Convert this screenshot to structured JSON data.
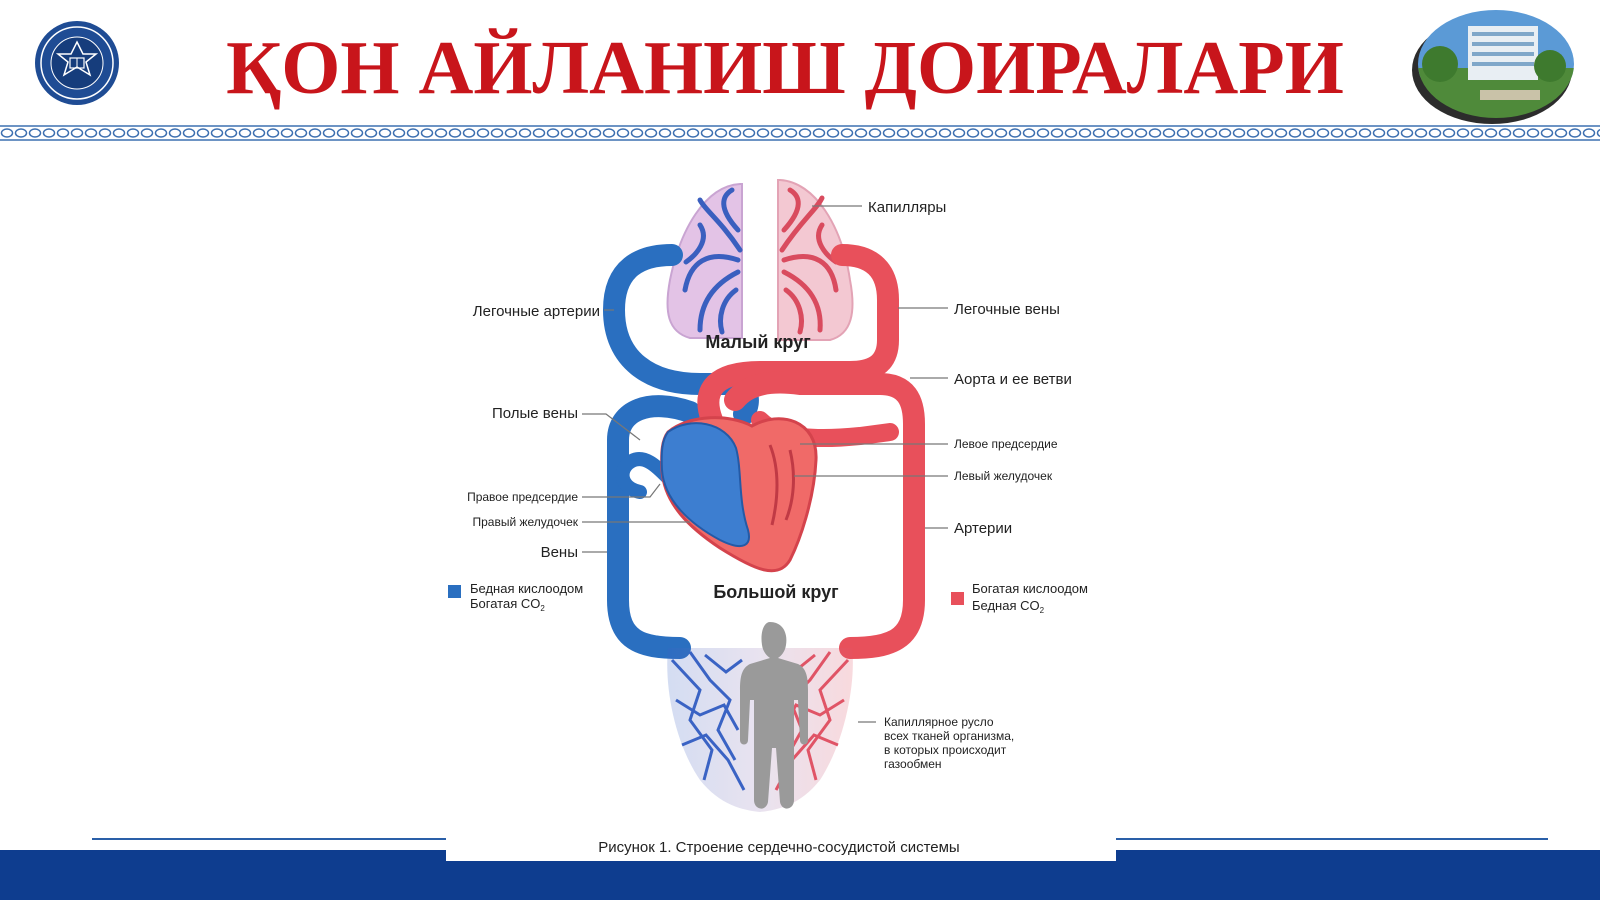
{
  "slide": {
    "title": "ҚОН АЙЛАНИШ ДОИРАЛАРИ"
  },
  "diagram": {
    "lung_capillaries": "Капилляры",
    "pulmonary_arteries": "Легочные артерии",
    "pulmonary_veins": "Легочные вены",
    "small_circle": "Малый круг",
    "aorta": "Аорта и ее ветви",
    "vena_cava": "Полые вены",
    "left_atrium": "Левое предсердие",
    "left_ventricle": "Левый желудочек",
    "right_atrium": "Правое предсердие",
    "right_ventricle": "Правый желудочек",
    "arteries": "Артерии",
    "veins": "Вены",
    "big_circle": "Большой круг",
    "legend_blue_line1": "Бедная кислоодом",
    "legend_blue_line2": "Богатая CO",
    "legend_red_line1": "Богатая кислоодом",
    "legend_red_line2": "Бедная CO",
    "co2_subscript": "2",
    "tissue_capillaries_1": "Капиллярное русло",
    "tissue_capillaries_2": "всех тканей организма,",
    "tissue_capillaries_3": "в которых происходит",
    "tissue_capillaries_4": "газообмен",
    "caption": "Рисунок 1. Строение сердечно-сосудистой системы"
  },
  "colors": {
    "title": "#c8151b",
    "footer": "#0e3d8f",
    "venous_blue": "#2a6fc0",
    "arterial_red": "#e8505b"
  },
  "icons": [
    "university-emblem-icon",
    "campus-building-image"
  ]
}
